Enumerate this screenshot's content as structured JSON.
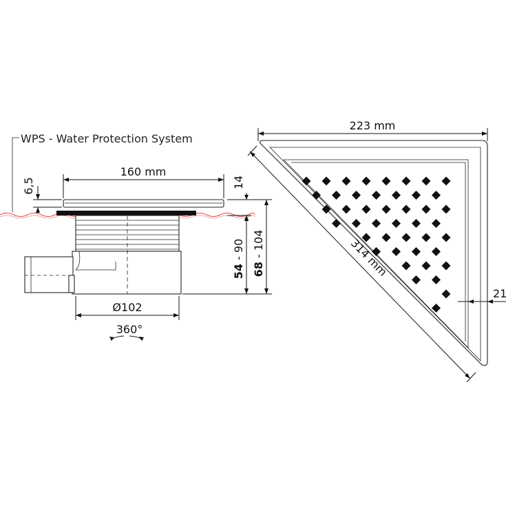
{
  "labels": {
    "system_label": "WPS - Water Protection System",
    "width_160": "160 mm",
    "depth_6_5": "6,5",
    "height_14": "14",
    "height_54_90_bold": "54",
    "height_54_90_rest": " - 90",
    "height_68_104_bold": "68",
    "height_68_104_rest": " - 104",
    "diameter": "Ø102",
    "rotation": "360°",
    "width_223": "223 mm",
    "diagonal_314": "314 mm",
    "frame_21": "21"
  },
  "grate": {
    "rows": [
      8,
      7,
      7,
      6,
      5,
      4,
      3,
      2,
      1,
      1
    ]
  },
  "colors": {
    "ink": "#111111",
    "water_line": "#d94a4a",
    "seal": "#111111"
  }
}
